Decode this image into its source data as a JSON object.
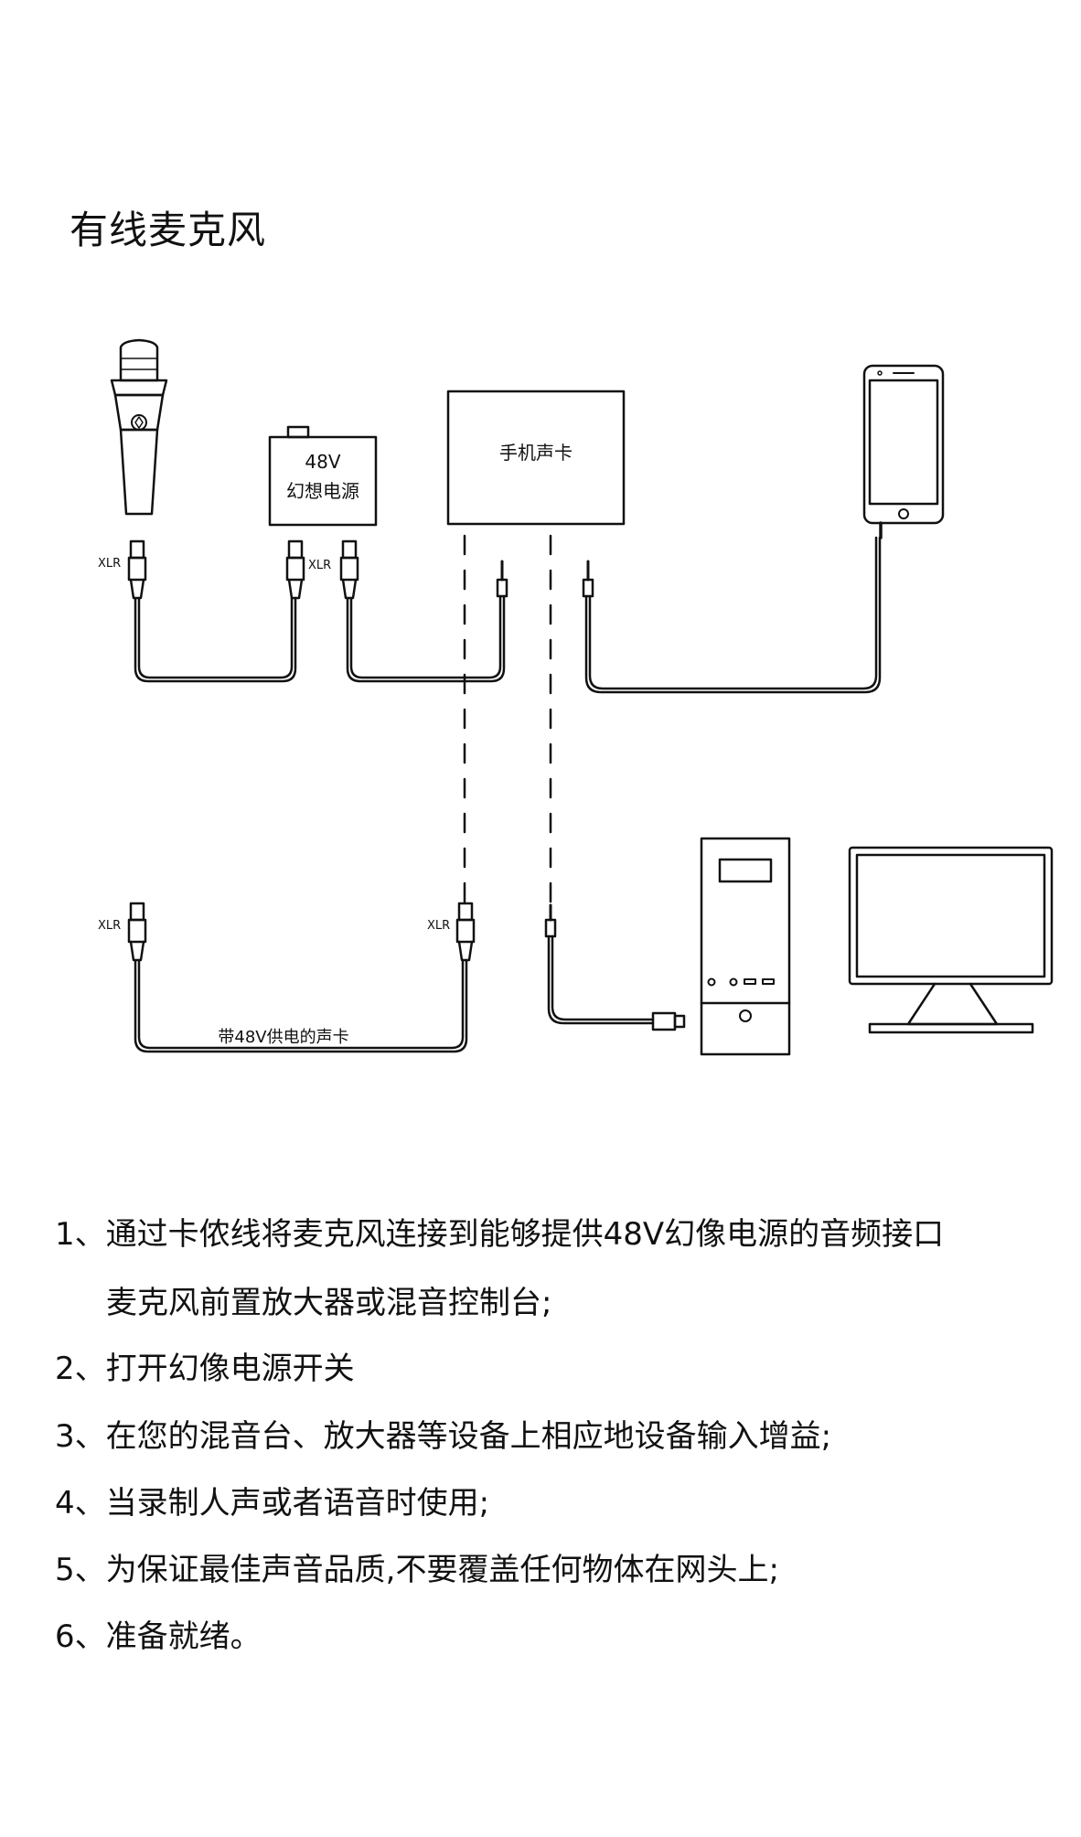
{
  "title": "有线麦克风",
  "diagram": {
    "phantom_box": {
      "line1": "48V",
      "line2": "幻想电源"
    },
    "sound_card_box": "手机声卡",
    "xlr_labels": {
      "top_left": "XLR",
      "top_middle": "XLR",
      "bottom_left": "XLR",
      "bottom_right": "XLR"
    },
    "bottom_cable_label": "带48V供电的声卡"
  },
  "instructions": {
    "step1_line1": "1、通过卡侬线将麦克风连接到能够提供48V幻像电源的音频接口",
    "step1_line2": "麦克风前置放大器或混音控制台;",
    "step2": "2、打开幻像电源开关",
    "step3": "3、在您的混音台、放大器等设备上相应地设备输入增益;",
    "step4": "4、当录制人声或者语音时使用;",
    "step5": "5、为保证最佳声音品质,不要覆盖任何物体在网头上;",
    "step6": "6、准备就绪。"
  }
}
